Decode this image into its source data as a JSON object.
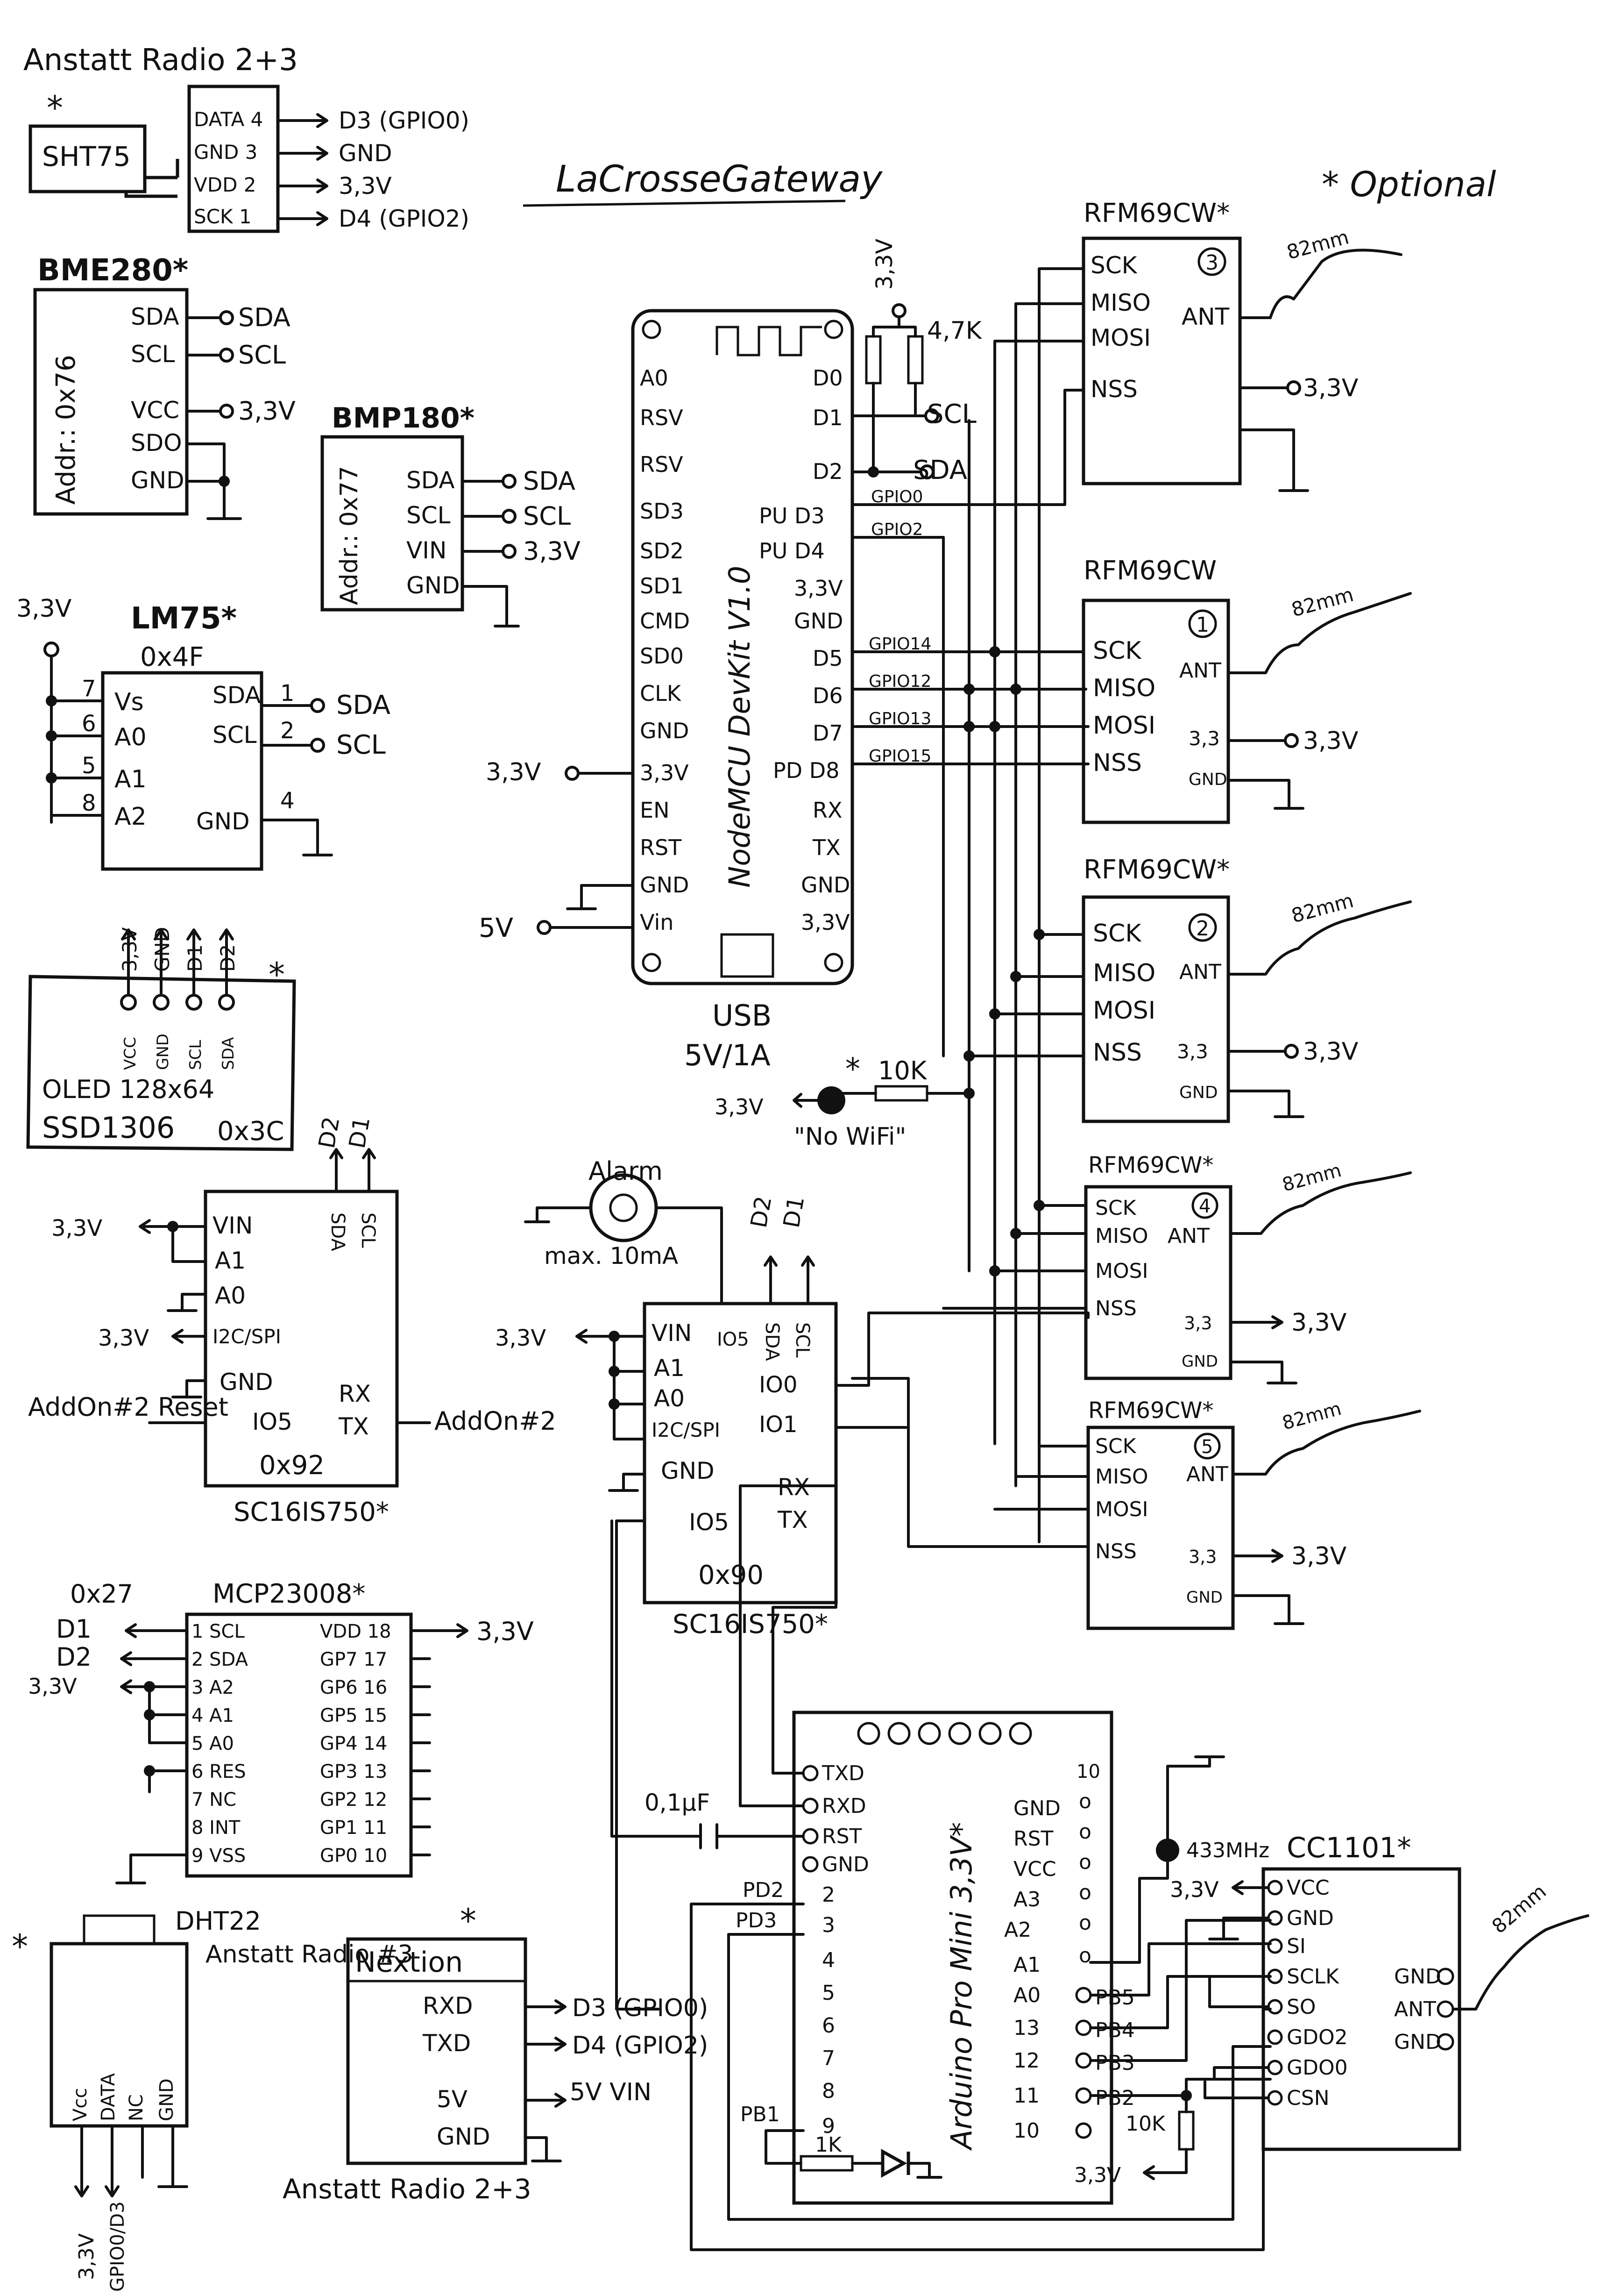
{
  "header": {
    "note": "Anstatt Radio 2+3",
    "title": "LaCrosseGateway",
    "optional": "* Optional"
  },
  "sht75": {
    "star": "*",
    "name": "SHT75",
    "pins": [
      "DATA 4",
      "GND 3",
      "VDD 2",
      "SCK 1"
    ],
    "nets": [
      "D3 (GPIO0)",
      "GND",
      "3,3V",
      "D4 (GPIO2)"
    ]
  },
  "bme280": {
    "name": "BME280*",
    "addr": "Addr.: 0x76",
    "pins": [
      "SDA",
      "SCL",
      "VCC",
      "SDO",
      "GND"
    ],
    "nets": [
      "SDA",
      "SCL",
      "3,3V"
    ]
  },
  "bmp180": {
    "name": "BMP180*",
    "addr": "Addr.: 0x77",
    "pins": [
      "SDA",
      "SCL",
      "VIN",
      "GND"
    ],
    "nets": [
      "SDA",
      "SCL",
      "3,3V"
    ]
  },
  "lm75": {
    "name": "LM75*",
    "addr": "0x4F",
    "supply": "3,3V",
    "pin_numbers": [
      "7",
      "6",
      "5",
      "8",
      "1",
      "2",
      "4"
    ],
    "pins": [
      "Vs",
      "A0",
      "A1",
      "A2",
      "SDA",
      "SCL",
      "GND"
    ],
    "nets": [
      "SDA",
      "SCL"
    ]
  },
  "oled": {
    "star": "*",
    "top_labels": [
      "3,3V",
      "GND",
      "D1",
      "D2"
    ],
    "pins": [
      "VCC",
      "GND",
      "SCL",
      "SDA"
    ],
    "name": "OLED 128x64",
    "model": "SSD1306",
    "addr": "0x3C"
  },
  "nodemcu": {
    "label": "NodeMCU DevKit V1.0",
    "left_pins": [
      "A0",
      "RSV",
      "RSV",
      "SD3",
      "SD2",
      "SD1",
      "CMD",
      "SD0",
      "CLK",
      "GND",
      "3,3V",
      "EN",
      "RST",
      "GND",
      "Vin"
    ],
    "right_pins": [
      "D0",
      "D1",
      "D2",
      "PU D3",
      "PU D4",
      "3,3V",
      "GND",
      "D5",
      "D6",
      "D7",
      "PD D8",
      "RX",
      "TX",
      "GND",
      "3,3V"
    ],
    "in_3v3": "3,3V",
    "in_5v": "5V",
    "usb": "USB",
    "usb_rating": "5V/1A",
    "gpio": [
      "GPIO0",
      "GPIO2",
      "GPIO14",
      "GPIO12",
      "GPIO13",
      "GPIO15"
    ]
  },
  "pullups": {
    "supply": "3,3V",
    "value": "4,7K",
    "nets": [
      "SCL",
      "SDA"
    ]
  },
  "rfm_common": {
    "pins": [
      "SCK",
      "MISO",
      "MOSI",
      "NSS"
    ],
    "ant": "ANT",
    "pin_3v3": "3,3",
    "pin_gnd": "GND",
    "supply": "3,3V",
    "antenna": "82mm"
  },
  "rfm": [
    {
      "name": "RFM69CW*",
      "num": "3"
    },
    {
      "name": "RFM69CW",
      "num": "1"
    },
    {
      "name": "RFM69CW*",
      "num": "2"
    },
    {
      "name": "RFM69CW*",
      "num": "4"
    },
    {
      "name": "RFM69CW*",
      "num": "5"
    }
  ],
  "nowifi": {
    "star": "*",
    "res": "10K",
    "supply": "3,3V",
    "label": "\"No WiFi\""
  },
  "alarm": {
    "name": "Alarm",
    "note": "max. 10mA"
  },
  "sc1": {
    "bus": [
      "D2",
      "D1"
    ],
    "pins_left": [
      "VIN",
      "A1",
      "A0",
      "I2C/SPI",
      "GND"
    ],
    "pins_top": [
      "SDA",
      "SCL"
    ],
    "rx": "RX",
    "tx": "TX",
    "io5": "IO5",
    "addr": "0x92",
    "part": "SC16IS750*",
    "supply_a": "3,3V",
    "supply_b": "3,3V",
    "addon_reset": "AddOn#2 Reset",
    "addon": "AddOn#2"
  },
  "sc2": {
    "bus": [
      "D2",
      "D1"
    ],
    "pins_left": [
      "VIN",
      "A1",
      "A0",
      "I2C/SPI",
      "GND"
    ],
    "pins_top": [
      "SDA",
      "SCL"
    ],
    "io": [
      "IO0",
      "IO1"
    ],
    "rx": "RX",
    "tx": "TX",
    "io5": "IO5",
    "addr": "0x90",
    "part": "SC16IS750*",
    "supply": "3,3V"
  },
  "mcp": {
    "addr": "0x27",
    "name": "MCP23008*",
    "left": [
      "1 SCL",
      "2 SDA",
      "3 A2",
      "4 A1",
      "5 A0",
      "6 RES",
      "7 NC",
      "8 INT",
      "9 VSS"
    ],
    "right": [
      "VDD 18",
      "GP7 17",
      "GP6 16",
      "GP5 15",
      "GP4 14",
      "GP3 13",
      "GP2 12",
      "GP1 11",
      "GP0 10"
    ],
    "nets": [
      "D1",
      "D2",
      "3,3V"
    ],
    "supply": "3,3V"
  },
  "dht": {
    "star": "*",
    "name": "DHT22",
    "note": "Anstatt Radio #3",
    "pins": [
      "Vcc",
      "DATA",
      "NC",
      "GND"
    ],
    "nets": [
      "3,3V",
      "GPIO0/D3"
    ]
  },
  "nextion": {
    "star": "*",
    "name": "Nextion",
    "pins": [
      "RXD",
      "TXD",
      "5V",
      "GND"
    ],
    "nets": [
      "D3 (GPIO0)",
      "D4 (GPIO2)",
      "5V VIN"
    ],
    "note": "Anstatt Radio 2+3"
  },
  "arduino": {
    "label": "Arduino Pro Mini 3,3V*",
    "left": [
      "TXD",
      "RXD",
      "RST",
      "GND",
      "2",
      "3",
      "4",
      "5",
      "6",
      "7",
      "8",
      "9"
    ],
    "right": [
      "GND",
      "RST",
      "VCC",
      "A3",
      "A2",
      "A1",
      "A0",
      "13",
      "12",
      "11",
      "10"
    ],
    "cap": "0,1µF",
    "port_left": [
      "PD2",
      "PD3",
      "PB1"
    ],
    "port_right": [
      "PB5",
      "PB4",
      "PB3",
      "PB2"
    ],
    "res1": "1K",
    "res2": "10K",
    "supply": "3,3V",
    "dot": "o",
    "crystal": "433MHz"
  },
  "cc1101": {
    "name": "CC1101*",
    "pins": [
      "VCC",
      "GND",
      "SI",
      "SCLK",
      "SO",
      "GDO2",
      "GDO0",
      "CSN"
    ],
    "right": [
      "GND",
      "ANT",
      "GND"
    ],
    "supply": "3,3V",
    "antenna": "82mm"
  }
}
